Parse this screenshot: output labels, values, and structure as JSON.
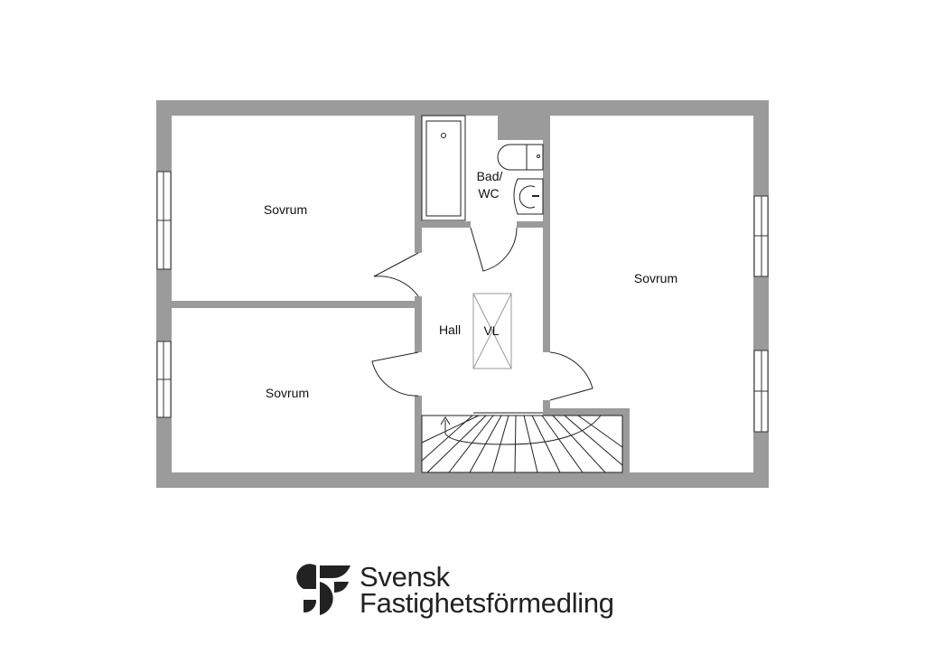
{
  "rooms": {
    "bedroom_top_left": "Sovrum",
    "bedroom_bottom_left": "Sovrum",
    "bedroom_right": "Sovrum",
    "bathroom_line1": "Bad/",
    "bathroom_line2": "WC",
    "hall": "Hall",
    "vl": "VL"
  },
  "brand": {
    "line1": "Svensk",
    "line2": "Fastighetsförmedling"
  },
  "colors": {
    "wall": "#9b9b9b",
    "line": "#222222"
  }
}
